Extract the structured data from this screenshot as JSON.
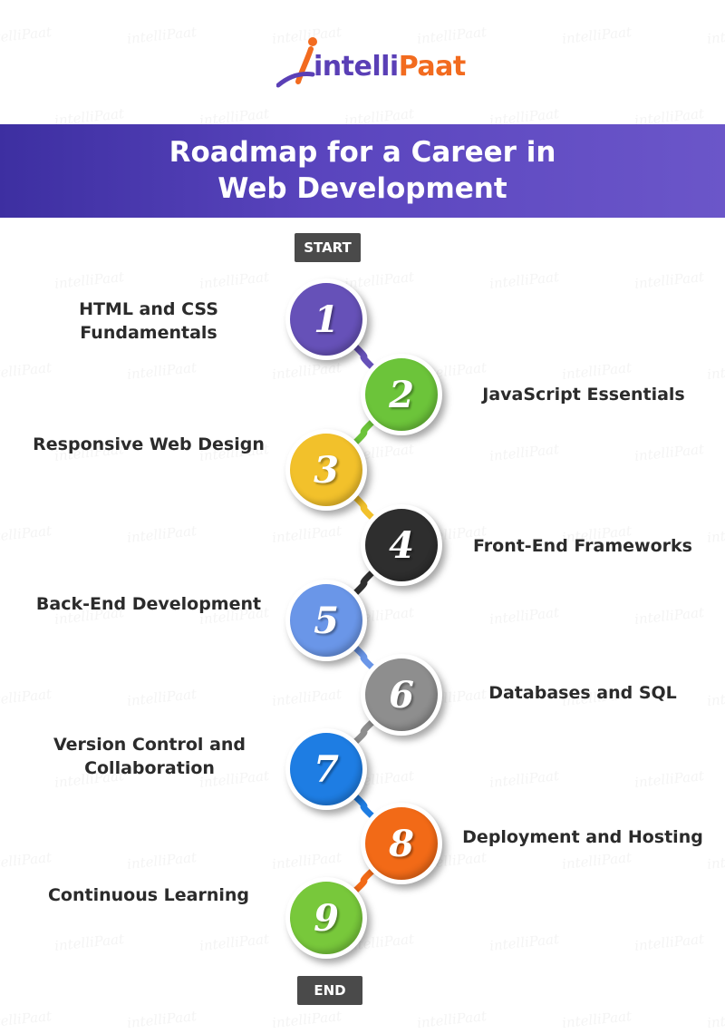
{
  "brand": {
    "name_part1": "intelli",
    "name_part2": "Paat",
    "watermark": "intelliPaat"
  },
  "title": {
    "line1": "Roadmap for a Career in",
    "line2": "Web Development"
  },
  "start_label": "START",
  "end_label": "END",
  "steps": [
    {
      "number": "1",
      "line1": "HTML and CSS",
      "line2": "Fundamentals",
      "color": "#6651b8"
    },
    {
      "number": "2",
      "line1": "JavaScript Essentials",
      "line2": "",
      "color": "#6cc43a"
    },
    {
      "number": "3",
      "line1": "Responsive Web Design",
      "line2": "",
      "color": "#f2c12b"
    },
    {
      "number": "4",
      "line1": "Front-End Frameworks",
      "line2": "",
      "color": "#2e2e2e"
    },
    {
      "number": "5",
      "line1": "Back-End Development",
      "line2": "",
      "color": "#6a96e8"
    },
    {
      "number": "6",
      "line1": "Databases and SQL",
      "line2": "",
      "color": "#8e8e8e"
    },
    {
      "number": "7",
      "line1": "Version Control and",
      "line2": "Collaboration",
      "color": "#1e7de3"
    },
    {
      "number": "8",
      "line1": "Deployment and Hosting",
      "line2": "",
      "color": "#f26a17"
    },
    {
      "number": "9",
      "line1": "Continuous Learning",
      "line2": "",
      "color": "#78c83b"
    }
  ]
}
